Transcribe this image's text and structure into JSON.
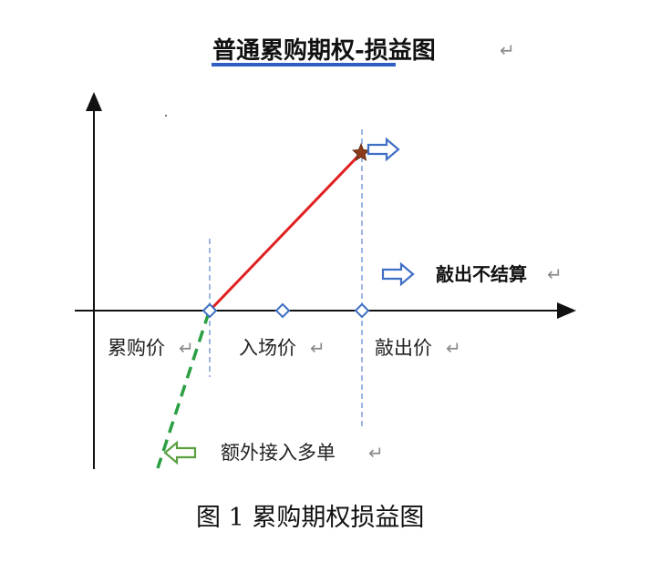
{
  "title": "普通累购期权-损益图",
  "labels": {
    "accumulate_price": "累购价",
    "entry_price": "入场价",
    "knockout_price": "敲出价",
    "knockout_no_settle": "敲出不结算",
    "extra_long": "额外接入多单"
  },
  "caption": "图 1 累购期权损益图",
  "colors": {
    "profit_line": "#e02020",
    "loss_line": "#2aa043",
    "arrow_blue": "#3f6fc4",
    "arrow_green": "#5aa040",
    "marker": "#3f6fc4",
    "star": "#8b3a1a",
    "title_underline": "#2f5fc4",
    "guide": "#6b8fd6"
  },
  "icons": {
    "return": "return-mark-icon",
    "right_arrow": "hollow-right-arrow-icon",
    "left_arrow": "hollow-left-arrow-icon",
    "star": "star-icon",
    "diamond": "diamond-marker-icon"
  }
}
